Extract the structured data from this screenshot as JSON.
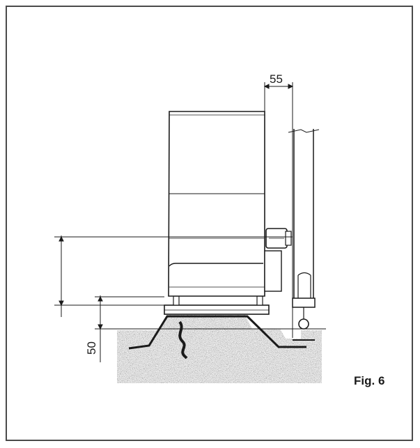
{
  "figure": {
    "caption": "Fig. 6",
    "dimensions": {
      "clearance": "55",
      "base_height": "50"
    }
  },
  "colors": {
    "line": "#1a1a1a",
    "frame": "#4a4a4a",
    "ground_fill": "#bdbdbd"
  }
}
